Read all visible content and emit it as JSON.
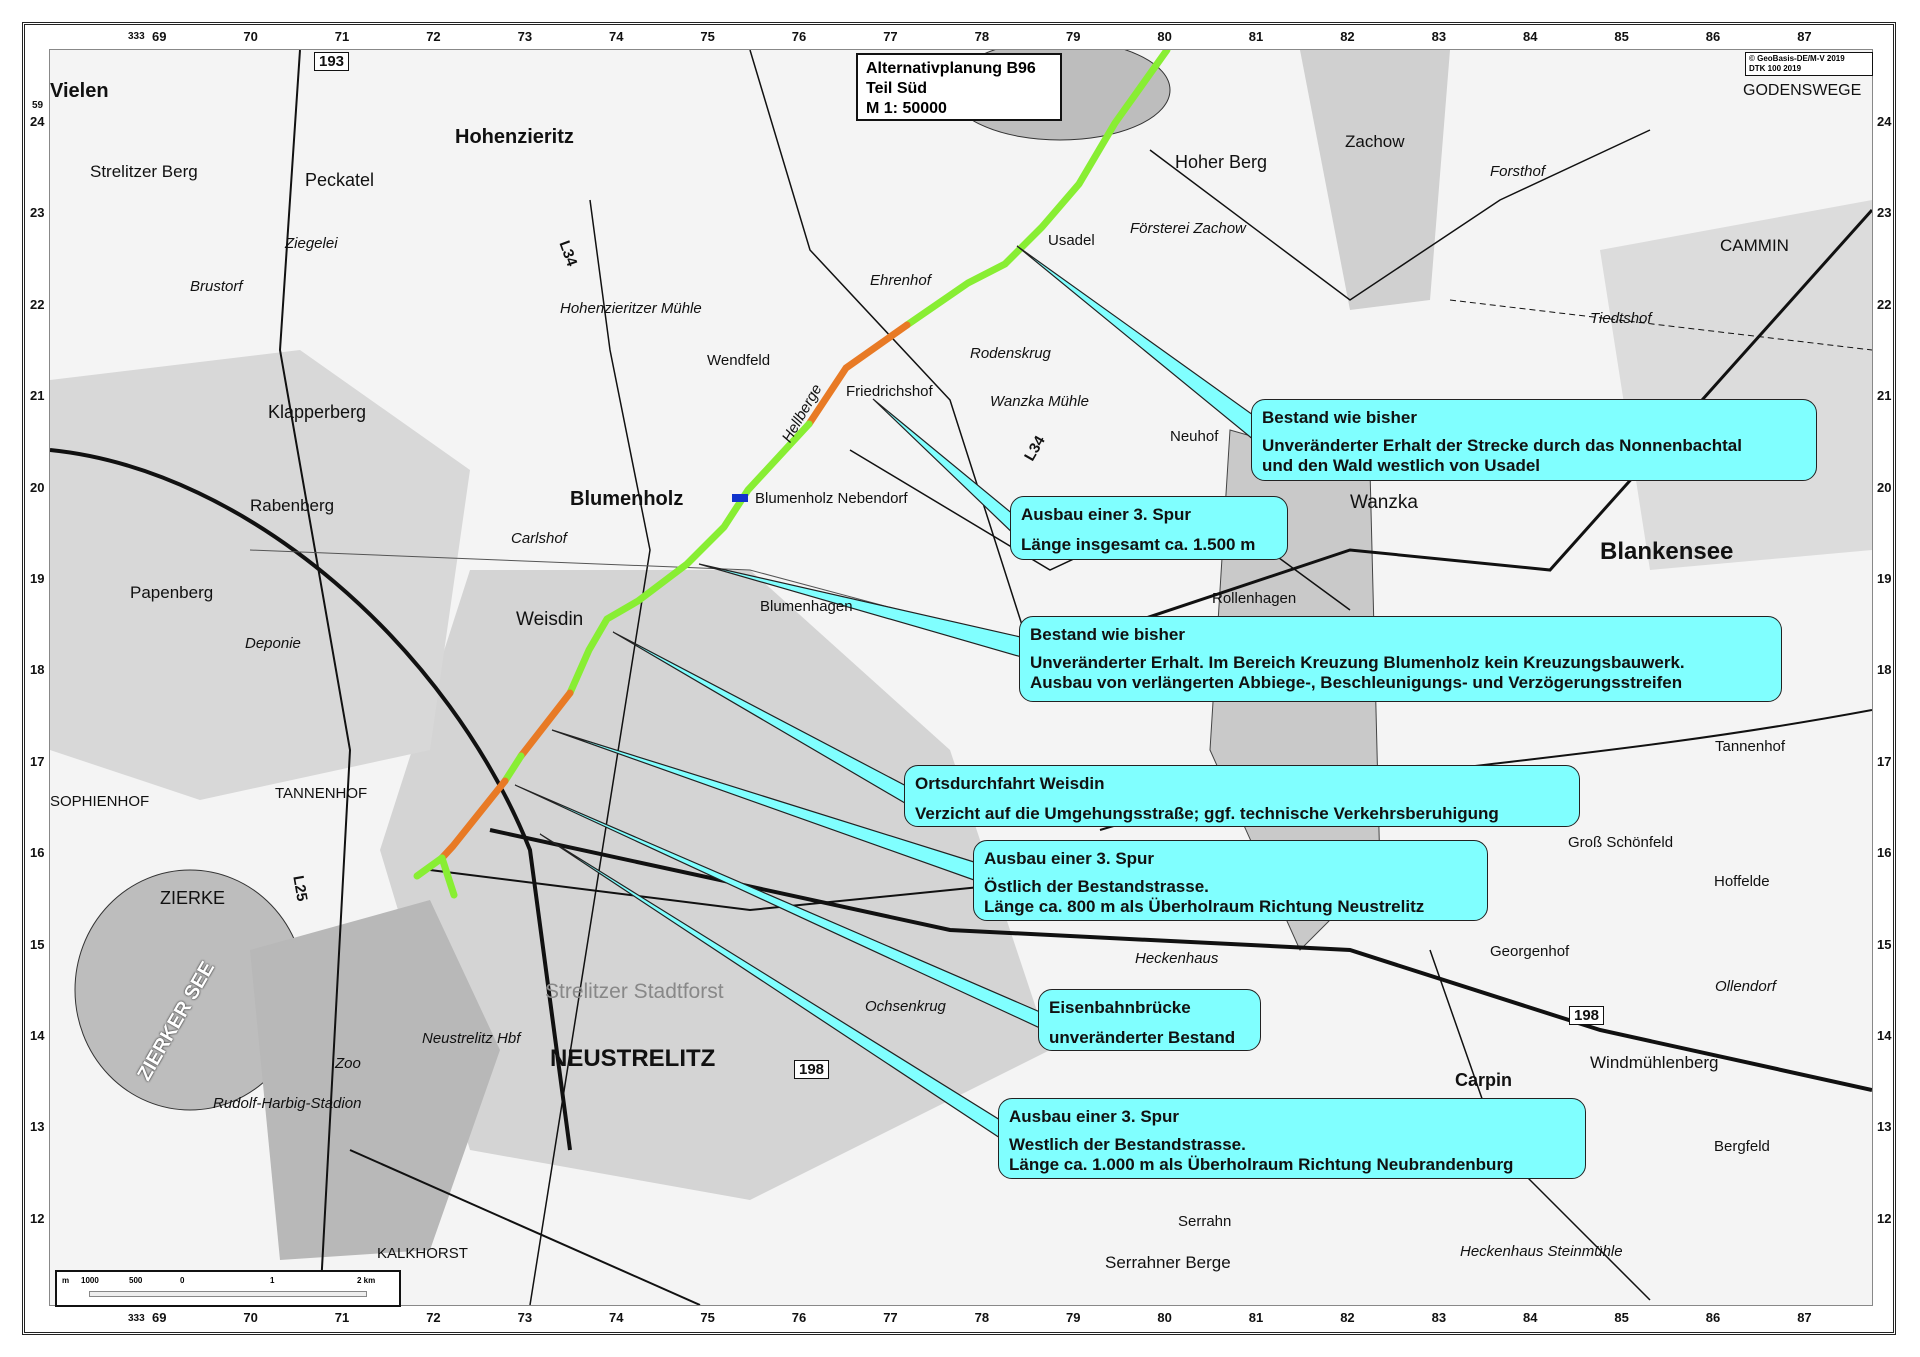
{
  "title_box": {
    "line1": "Alternativplanung B96",
    "line2": "Teil Süd",
    "line3": "M 1: 50000"
  },
  "copyright": {
    "line1": "© GeoBasis-DE/M-V 2019",
    "line2": "DTK 100 2019"
  },
  "grid": {
    "x_labels": [
      "69",
      "70",
      "71",
      "72",
      "73",
      "74",
      "75",
      "76",
      "77",
      "78",
      "79",
      "80",
      "81",
      "82",
      "83",
      "84",
      "85",
      "86",
      "87"
    ],
    "y_labels": [
      "24",
      "23",
      "22",
      "21",
      "20",
      "19",
      "18",
      "17",
      "16",
      "15",
      "14",
      "13",
      "12"
    ],
    "x_prefix": "333",
    "y_prefix": "59"
  },
  "scale_bar": {
    "unit_left": "m",
    "l1000": "1000",
    "l500": "500",
    "l0": "0",
    "l1": "1",
    "l2": "2 km"
  },
  "route_colors": {
    "unchanged": "#88ee33",
    "third_lane": "#e87a25",
    "junction": "#1133cc"
  },
  "places": {
    "neustrelitz": "NEUSTRELITZ",
    "blankensee": "Blankensee",
    "blumenholz": "Blumenholz",
    "hohenzieritz": "Hohenzieritz",
    "weisdin": "Weisdin",
    "usadel": "Usadel",
    "wanzka": "Wanzka",
    "vielen": "Vielen",
    "peckatel": "Peckatel",
    "zierker_see": "ZIERKER SEE",
    "zierke": "ZIERKE",
    "ehrenhof": "Ehrenhof",
    "friedrichshof": "Friedrichshof",
    "hoher_berg": "Hoher Berg",
    "zachow": "Zachow",
    "cammin": "CAMMIN",
    "godenswege": "GODENSWEGE",
    "neuhof": "Neuhof",
    "carlshof": "Carlshof",
    "papenberg": "Papenberg",
    "rabenberg": "Rabenberg",
    "klapperberg": "Klapperberg",
    "tannenhof_w": "TANNENHOF",
    "sophienhof": "SOPHIENHOF",
    "georgenhof": "Georgenhof",
    "hoffelde": "Hoffelde",
    "gross_schonfeld": "Groß Schönfeld",
    "windmuehlenberg": "Windmühlenberg",
    "serrahn": "Serrahn",
    "serrahner_berge": "Serrahner Berge",
    "kalkhorst": "KALKHORST",
    "bergfeld": "Bergfeld",
    "wendfeld": "Wendfeld",
    "rollenhagen": "Rollenhagen",
    "tiedtshof": "Tiedtshof",
    "strelitzer_berg": "Strelitzer Berg",
    "brustorf": "Brustorf",
    "neustrelitz_hbf": "Neustrelitz Hbf",
    "ollendorf": "Ollendorf",
    "tannenhof_e": "Tannenhof",
    "heckenhaus": "Heckenhaus",
    "ochsenkrug": "Ochsenkrug",
    "strelitzer_stadtforst": "Strelitzer Stadtforst",
    "carpin": "Carpin",
    "hohenzieritzer_muehle": "Hohenzieritzer Mühle",
    "blumenholz_nebendorf": "Blumenholz Nebendorf",
    "rodenskrug": "Rodenskrug",
    "wanzka_muehle": "Wanzka Mühle",
    "forsthof": "Forsthof",
    "foersterei_zachow": "Försterei Zachow",
    "heckenhaus_steinmuehle": "Heckenhaus Steinmühle",
    "rudolf_harbig_stadion": "Rudolf-Harbig-Stadion",
    "zoo": "Zoo",
    "deponie": "Deponie",
    "ziegelei": "Ziegelei",
    "helleberge": "Hellberge",
    "blumenhagen": "Blumenhagen"
  },
  "road_labels": {
    "r193": "193",
    "r198a": "198",
    "r198b": "198",
    "l34a": "L34",
    "l34b": "L34",
    "l25": "L25"
  },
  "callouts": [
    {
      "title": "Bestand wie bisher",
      "lines": [
        "Unveränderter Erhalt der Strecke durch das Nonnenbachtal",
        "und den Wald westlich von Usadel"
      ]
    },
    {
      "title": "Ausbau einer 3. Spur",
      "lines": [
        "Länge insgesamt ca. 1.500 m"
      ]
    },
    {
      "title": "Bestand wie bisher",
      "lines": [
        "Unveränderter Erhalt. Im Bereich Kreuzung Blumenholz kein Kreuzungsbauwerk.",
        "Ausbau von verlängerten Abbiege-, Beschleunigungs- und Verzögerungsstreifen"
      ]
    },
    {
      "title": "Ortsdurchfahrt Weisdin",
      "lines": [
        "Verzicht auf die Umgehungsstraße; ggf. technische Verkehrsberuhigung"
      ]
    },
    {
      "title": "Ausbau einer 3. Spur",
      "lines": [
        "Östlich der Bestandstrasse.",
        "Länge ca. 800 m als Überholraum Richtung Neustrelitz"
      ]
    },
    {
      "title": "Eisenbahnbrücke",
      "lines": [
        "unveränderter Bestand"
      ]
    },
    {
      "title": "Ausbau einer 3. Spur",
      "lines": [
        "Westlich der Bestandstrasse.",
        "Länge ca. 1.000 m als Überholraum Richtung Neubrandenburg"
      ]
    }
  ]
}
